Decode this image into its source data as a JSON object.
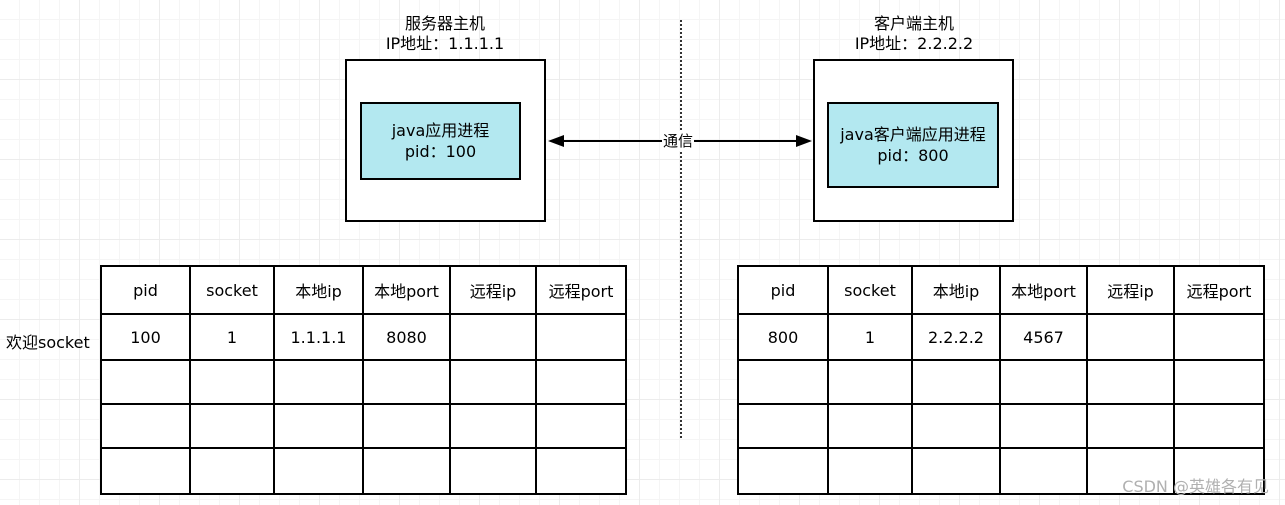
{
  "server": {
    "title": "服务器主机",
    "ip_line": "IP地址：1.1.1.1",
    "process_name": "java应用进程",
    "process_pid": "pid：100"
  },
  "client": {
    "title": "客户端主机",
    "ip_line": "IP地址：2.2.2.2",
    "process_name": "java客户端应用进程",
    "process_pid": "pid：800"
  },
  "connection_label": "通信",
  "server_table": {
    "headers": [
      "pid",
      "socket",
      "本地ip",
      "本地port",
      "远程ip",
      "远程port"
    ],
    "row_label": "欢迎socket",
    "rows": [
      [
        "100",
        "1",
        "1.1.1.1",
        "8080",
        "",
        ""
      ],
      [
        "",
        "",
        "",
        "",
        "",
        ""
      ],
      [
        "",
        "",
        "",
        "",
        "",
        ""
      ],
      [
        "",
        "",
        "",
        "",
        "",
        ""
      ]
    ]
  },
  "client_table": {
    "headers": [
      "pid",
      "socket",
      "本地ip",
      "本地port",
      "远程ip",
      "远程port"
    ],
    "rows": [
      [
        "800",
        "1",
        "2.2.2.2",
        "4567",
        "",
        ""
      ],
      [
        "",
        "",
        "",
        "",
        "",
        ""
      ],
      [
        "",
        "",
        "",
        "",
        "",
        ""
      ],
      [
        "",
        "",
        "",
        "",
        "",
        ""
      ]
    ]
  },
  "watermark": "CSDN @英雄各有见"
}
